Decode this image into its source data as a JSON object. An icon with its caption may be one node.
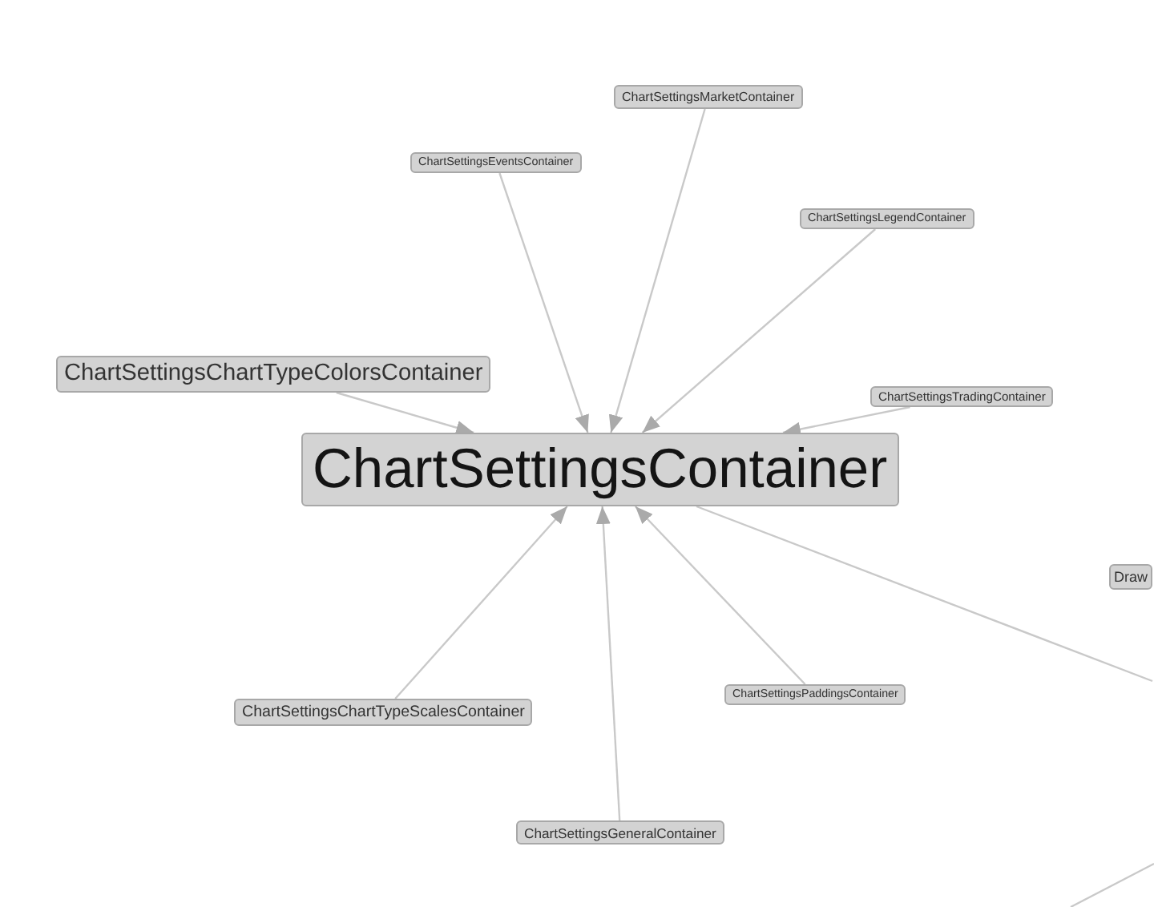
{
  "diagram": {
    "nodes": [
      {
        "text": [
          "ChartSettingsMarketContainer"
        ]
      },
      {
        "text": [
          "ChartSettingsEventsContainer"
        ]
      },
      {
        "text": [
          "ChartSettingsLegendContainer"
        ]
      },
      {
        "text": [
          "ChartSettingsChartTypeColorsContainer"
        ]
      },
      {
        "text": [
          "ChartSettingsTradingContainer"
        ]
      },
      {
        "text": [
          "ChartSettingsContainer"
        ]
      },
      {
        "text": [
          "Draw"
        ]
      },
      {
        "text": [
          "ChartSettingsPaddingsContainer"
        ]
      },
      {
        "text": [
          "ChartSettingsChartTypeScalesContainer"
        ]
      },
      {
        "text": [
          "ChartSettingsGeneralContainer"
        ]
      }
    ],
    "edges": [
      {
        "from": 0,
        "to": 5,
        "arrow": "to"
      },
      {
        "from": 1,
        "to": 5,
        "arrow": "to"
      },
      {
        "from": 2,
        "to": 5,
        "arrow": "to"
      },
      {
        "from": 3,
        "to": 5,
        "arrow": "to"
      },
      {
        "from": 4,
        "to": 5,
        "arrow": "to"
      },
      {
        "from": 8,
        "to": 5,
        "arrow": "to"
      },
      {
        "from": 9,
        "to": 5,
        "arrow": "to"
      },
      {
        "from": 7,
        "to": 5,
        "arrow": "to"
      },
      {
        "from": 5,
        "to": null,
        "arrow": "none"
      }
    ]
  }
}
